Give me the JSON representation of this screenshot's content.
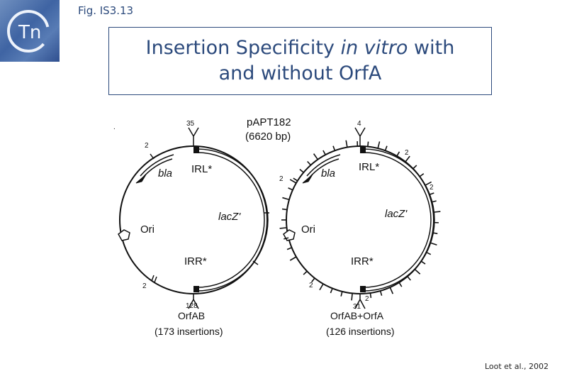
{
  "header": {
    "fig_label": "Fig. IS3.13",
    "logo_text": "Tn",
    "title_part1": "Insertion Specificity ",
    "title_italic": "in vitro",
    "title_part2": " with",
    "title_line2": "and without OrfA"
  },
  "plasmid": {
    "name": "pAPT182",
    "size": "(6620 bp)"
  },
  "left_map": {
    "top_count": "35",
    "bottom_count": "128",
    "label_bla": "bla",
    "label_irl": "IRL*",
    "label_lacz": "lacZ'",
    "label_ori": "Ori",
    "label_irr": "IRR*",
    "small_2a": "2",
    "small_2b": "2",
    "condition": "OrfAB",
    "insertions": "(173 insertions)"
  },
  "right_map": {
    "top_count": "4",
    "bottom_count": "31",
    "label_bla": "bla",
    "label_irl": "IRL*",
    "label_lacz": "lacZ'",
    "label_ori": "Ori",
    "label_irr": "IRR*",
    "small_2a": "2",
    "small_2b": "2",
    "small_2c": "2",
    "small_2d": "2",
    "small_2e": "2",
    "condition": "OrfAB+OrfA",
    "insertions": "(126 insertions)"
  },
  "citation": "Loot et al., 2002",
  "colors": {
    "accent": "#2c4a7c",
    "logo": "#3f64a3"
  }
}
